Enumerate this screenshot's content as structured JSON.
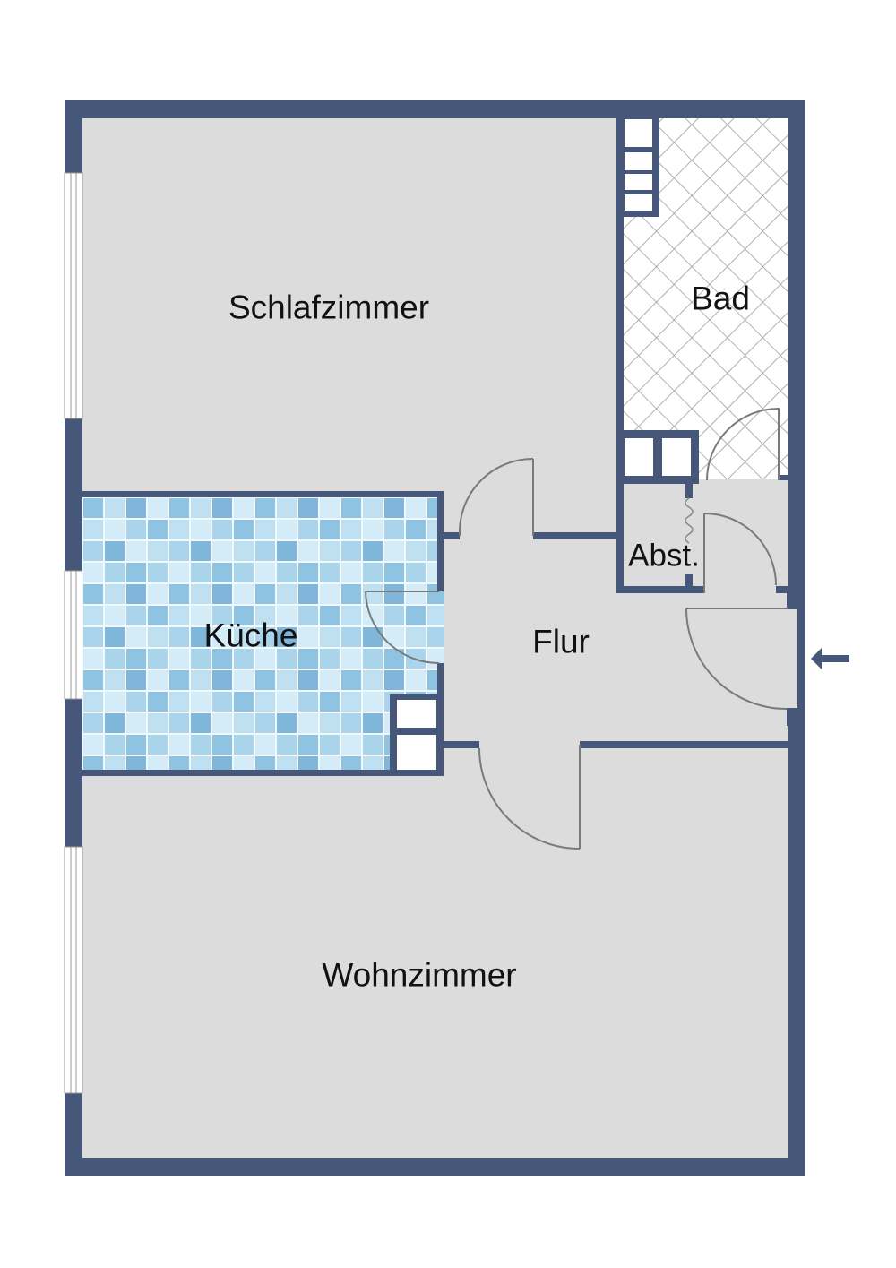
{
  "floor_plan": {
    "colors": {
      "wall": "#47577a",
      "floor": "#dcdcdc",
      "background": "#ffffff",
      "door_swing": "#7a7a7a",
      "bath_hatch": "#9a9a9a",
      "kitchen_tile_light": "#d4ecf7",
      "kitchen_tile_mid": "#a9d4ec",
      "kitchen_tile_dark": "#7fb6da"
    },
    "rooms": [
      {
        "id": "schlafzimmer",
        "label": "Schlafzimmer"
      },
      {
        "id": "bad",
        "label": "Bad"
      },
      {
        "id": "kueche",
        "label": "Küche"
      },
      {
        "id": "abstellraum",
        "label": "Abst."
      },
      {
        "id": "flur",
        "label": "Flur"
      },
      {
        "id": "wohnzimmer",
        "label": "Wohnzimmer"
      }
    ],
    "entrance": {
      "icon": "arrow-left-icon"
    }
  }
}
